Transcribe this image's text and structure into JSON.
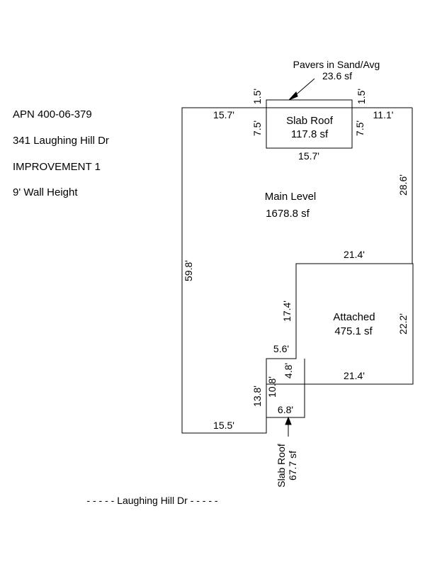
{
  "info": {
    "apn": "APN 400-06-379",
    "address": "341 Laughing Hill Dr",
    "improvement": "IMPROVEMENT 1",
    "wall_height": "9' Wall Height"
  },
  "main_level": {
    "name": "Main Level",
    "area": "1678.8 sf"
  },
  "slab_roof_top": {
    "name": "Slab Roof",
    "area": "117.8 sf"
  },
  "pavers": {
    "name": "Pavers in Sand/Avg",
    "area": "23.6 sf"
  },
  "attached": {
    "name": "Attached",
    "area": "475.1 sf"
  },
  "slab_roof_bottom": {
    "name": "Slab Roof",
    "area": "67.7 sf"
  },
  "dims": {
    "top_left": "15.7'",
    "top_right": "11.1'",
    "pavers_left": "1.5'",
    "pavers_right": "1.5'",
    "slab_left": "7.5'",
    "slab_right": "7.5'",
    "slab_bottom": "15.7'",
    "right_upper": "28.6'",
    "left_full": "59.8'",
    "attached_top": "21.4'",
    "attached_right": "22.2'",
    "attached_bottom": "21.4'",
    "attached_left": "17.4'",
    "notch_top": "5.6'",
    "notch_right": "4.8'",
    "notch_left": "10.8'",
    "lower_left": "13.8'",
    "bottom_slab": "6.8'",
    "bottom_left": "15.5'"
  },
  "street": "- - - - - Laughing Hill Dr - - - - -"
}
